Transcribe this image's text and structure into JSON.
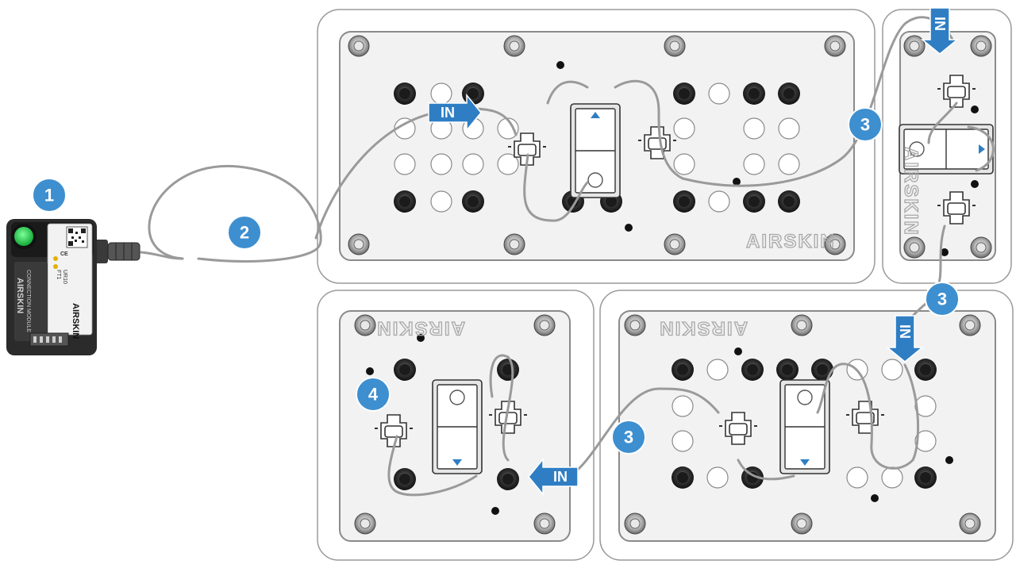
{
  "colors": {
    "badge": "#3d8fd0",
    "arrow": "#2f7ec4",
    "led": "#23c94b",
    "black_hole": "#2a2a2a",
    "grey_hole": "#9a9a9a",
    "frame": "#8a8a8a"
  },
  "badges": [
    "1",
    "2",
    "3",
    "3",
    "3",
    "4"
  ],
  "arrows": [
    "IN",
    "IN",
    "IN",
    "IN"
  ],
  "brand_text": [
    "AIRSKIN",
    "AIRSKIN",
    "AIRSKIN",
    "AIRSKIN"
  ],
  "module": {
    "brand": "AIRSKIN",
    "model": "FT1",
    "variant": "UR10",
    "side_label": "CONNECTION MODULE",
    "mark": "CE"
  },
  "icons": [
    "connection-module-icon",
    "tube-icon",
    "pad-icon",
    "sensor-icon"
  ]
}
